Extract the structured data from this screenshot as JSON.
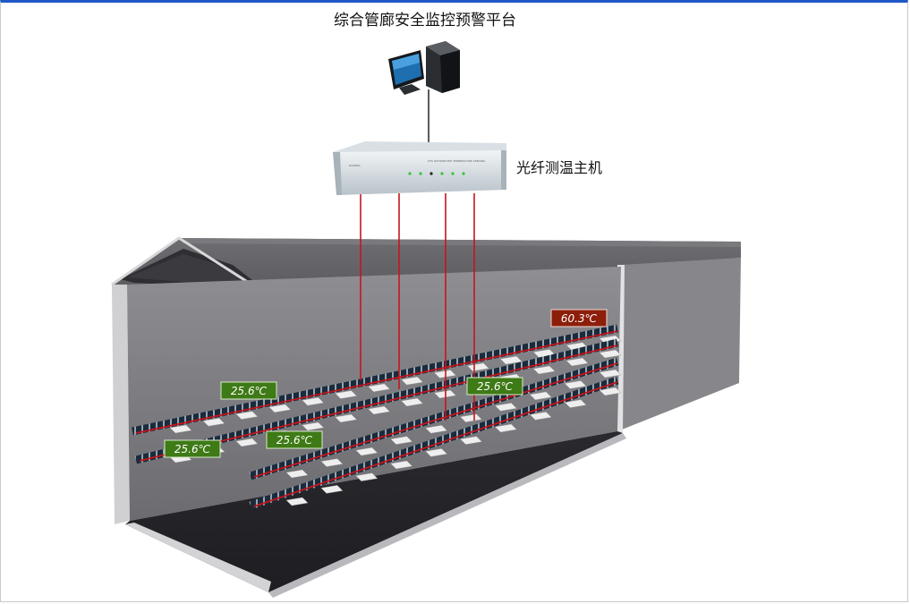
{
  "title": "综合管廊安全监控预警平台",
  "host": {
    "label": "光纤测温主机",
    "panel_brand": "DASENG",
    "panel_model": "DTS DISTRIBUTED TEMPERATURE SENSING"
  },
  "temperature_tags": [
    {
      "id": "tag-alarm",
      "value": "60.3℃",
      "status": "alarm"
    },
    {
      "id": "tag-upper-left",
      "value": "25.6℃",
      "status": "normal"
    },
    {
      "id": "tag-upper-right",
      "value": "25.6℃",
      "status": "normal"
    },
    {
      "id": "tag-lower-left",
      "value": "25.6℃",
      "status": "normal"
    },
    {
      "id": "tag-lower-mid",
      "value": "25.6℃",
      "status": "normal"
    }
  ],
  "colors": {
    "normal": "#3e7a16",
    "alarm": "#8c1e0a",
    "fiber": "#c4161c",
    "cable": "#1a2b3c",
    "frame_top": "#1f57c7"
  },
  "icons": [
    "computer-icon",
    "dts-host-unit"
  ]
}
